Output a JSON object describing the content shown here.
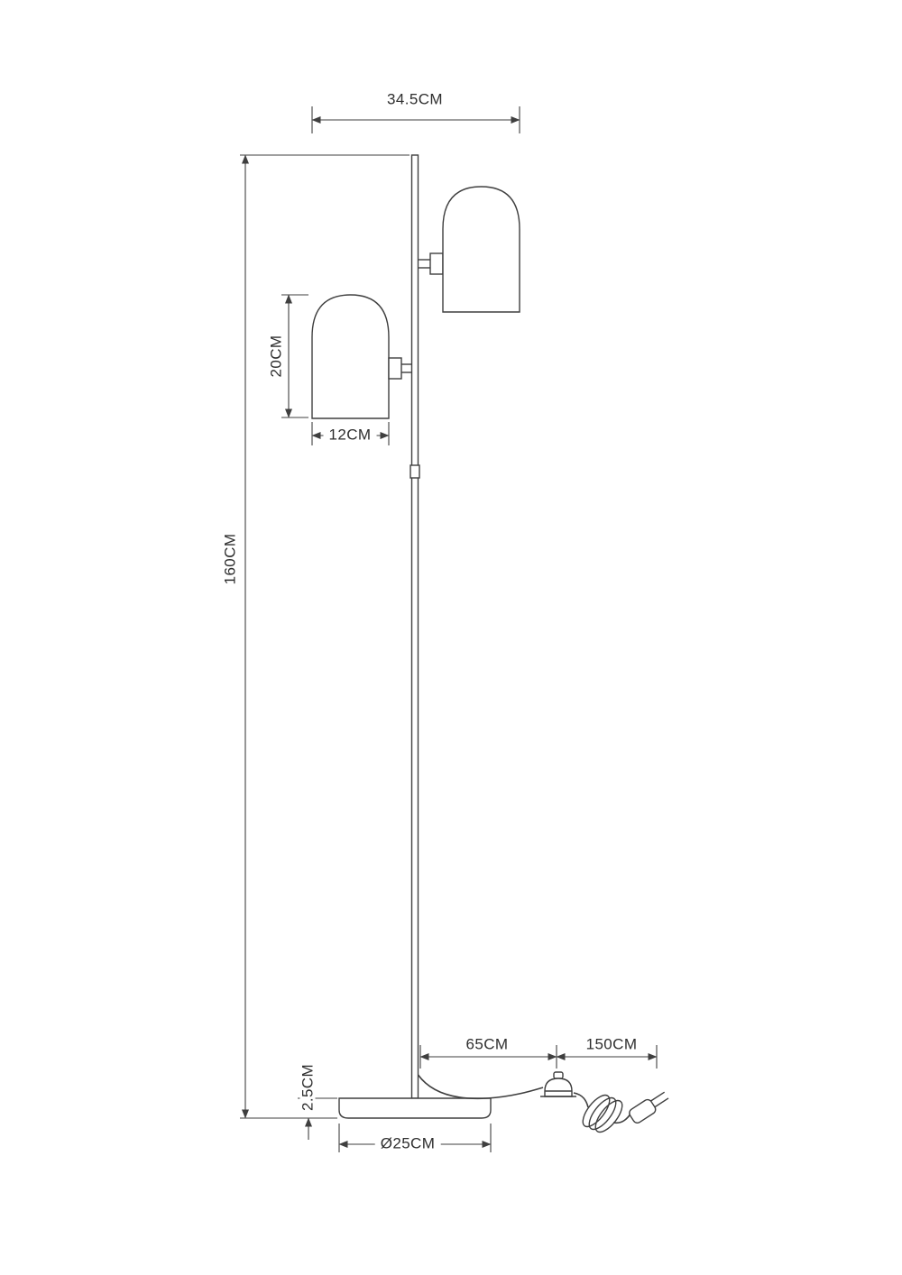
{
  "page": {
    "background": "#ffffff",
    "line_color": "#3f3f3f"
  },
  "diagram": {
    "labels": {
      "top_width": "34.5CM",
      "total_height": "160CM",
      "shade_height": "20CM",
      "shade_width": "12CM",
      "cord_pole_to_switch": "65CM",
      "cord_switch_to_plug": "150CM",
      "base_thickness": "2.5CM",
      "base_diameter": "Ø25CM"
    }
  }
}
